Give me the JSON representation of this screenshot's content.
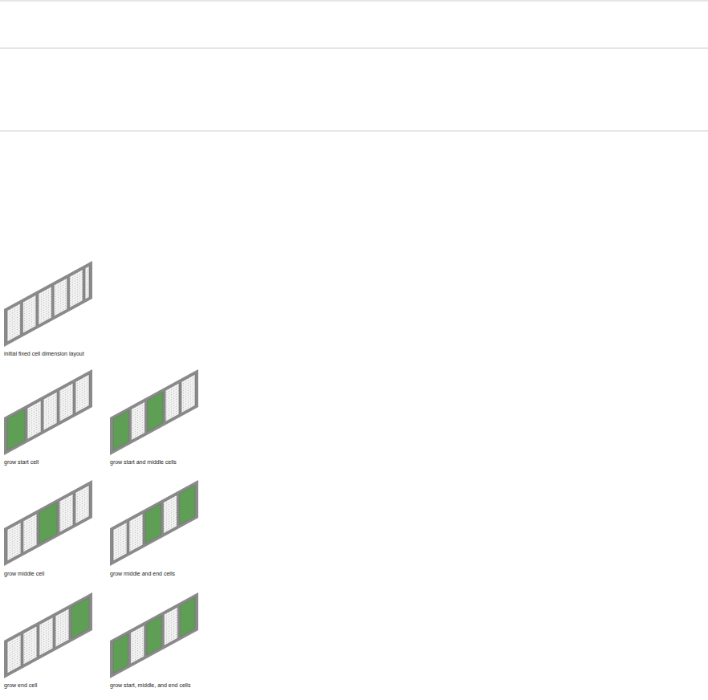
{
  "diagram": {
    "labels": [
      "initial fixed cell dimension layout",
      "grow start cell",
      "grow start and middle cells",
      "grow middle cell",
      "grow middle and end cells",
      "grow end cell",
      "grow start, middle, and end cells"
    ]
  }
}
